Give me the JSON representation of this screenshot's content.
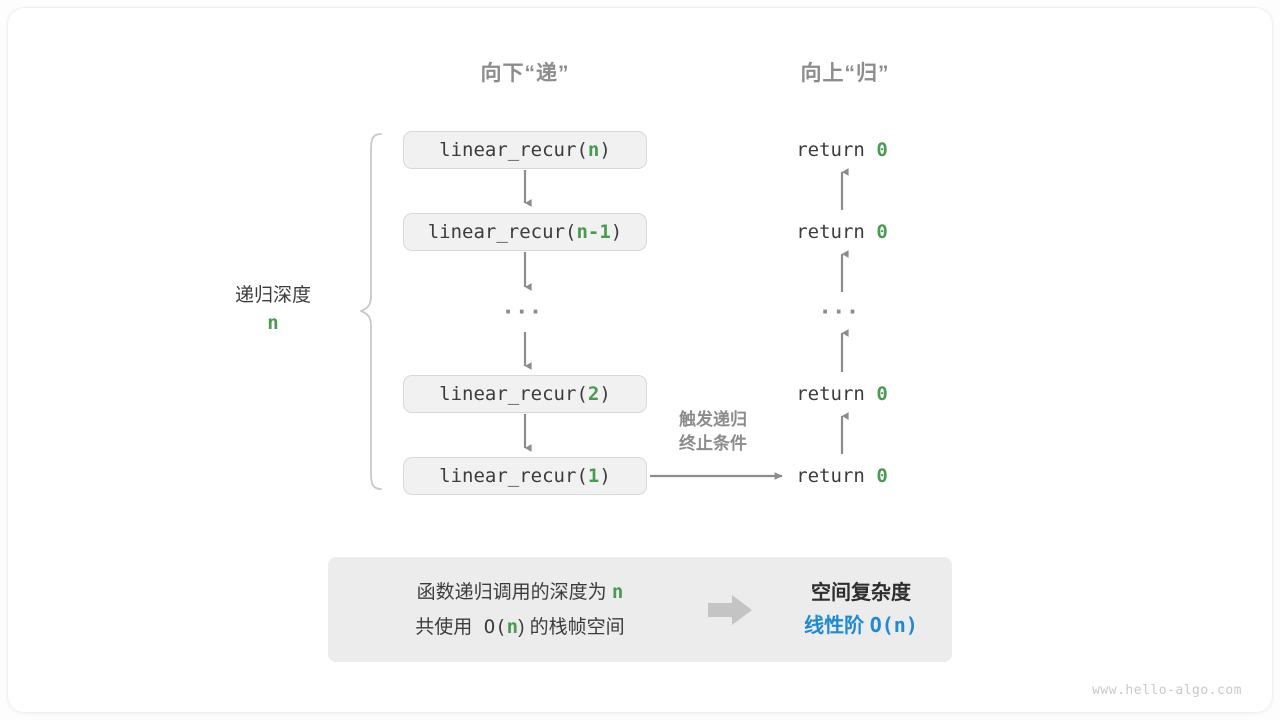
{
  "headers": {
    "down": "向下“递”",
    "up": "向上“归”"
  },
  "depth_label": {
    "text": "递归深度",
    "value": "n"
  },
  "call_frames": [
    {
      "name": "linear_recur",
      "arg": "n",
      "full": "linear_recur(n)"
    },
    {
      "name": "linear_recur",
      "arg": "n-1",
      "full": "linear_recur(n-1)"
    },
    {
      "name": "linear_recur",
      "arg": "2",
      "full": "linear_recur(2)"
    },
    {
      "name": "linear_recur",
      "arg": "1",
      "full": "linear_recur(1)"
    }
  ],
  "returns": [
    {
      "keyword": "return",
      "value": "0"
    },
    {
      "keyword": "return",
      "value": "0"
    },
    {
      "keyword": "return",
      "value": "0"
    },
    {
      "keyword": "return",
      "value": "0"
    }
  ],
  "ellipsis": "···",
  "trigger_note": {
    "line1": "触发递归",
    "line2": "终止条件"
  },
  "summary": {
    "left_line1_pre": "函数递归调用的深度为 ",
    "left_line1_var": "n",
    "left_line2_pre": "共使用 O(",
    "left_line2_var": "n",
    "left_line2_post": ") 的栈帧空间",
    "arrow_icon": "right-arrow-icon",
    "right_title": "空间复杂度",
    "right_value_pre": "线性阶 ",
    "right_value_mono": "O(n)"
  },
  "watermark": "www.hello-algo.com",
  "colors": {
    "accent_green": "#4a9a53",
    "accent_blue": "#1f8ad0",
    "arrow_gray": "#8c8c8c",
    "box_fill": "#f1f1f1",
    "box_border": "#d8d8d8",
    "panel_fill": "#ececec",
    "text_dark": "#3c3c3c",
    "watermark_gray": "#c9c9c9"
  }
}
